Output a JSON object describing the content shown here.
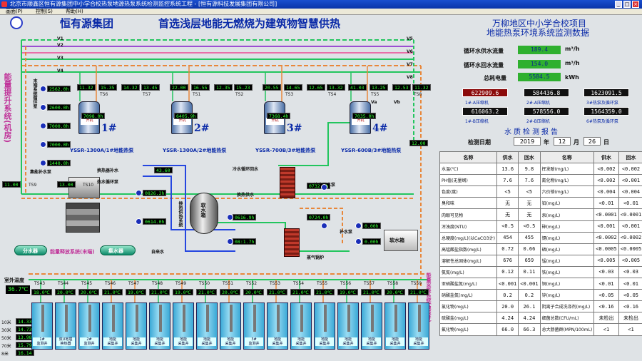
{
  "window": {
    "title": "北京市顺鑫区恒有源集团中小学合校热泵地源热泵系统检测监控系统工程 - [恒有源科技发展集团有限公司]",
    "menu": [
      "画面(P)",
      "控制(S)",
      "帮助(H)"
    ]
  },
  "header": {
    "company": "恒有源集团",
    "slogan": "首选浅层地能无燃烧为建筑物智慧供热",
    "project_line1": "万柳地区中小学合校项目",
    "project_line2": "地能热泵环境系统监测数据"
  },
  "metrics": {
    "supply_flow_label": "循环水供水流量",
    "supply_flow_value": "189.4",
    "return_flow_label": "循环水回水流量",
    "return_flow_value": "154.0",
    "power_label": "总耗电量",
    "power_value": "5584.5",
    "unit_m3h": "m³/h",
    "unit_kwh": "kWh"
  },
  "meters": [
    {
      "value": "622909.6",
      "label": "1#-A压缩机",
      "color": "#8b0a0a"
    },
    {
      "value": "584436.8",
      "label": "2#-A压缩机",
      "color": "#111"
    },
    {
      "value": "1623091.5",
      "label": "3#热泵及循环泵",
      "color": "#111"
    },
    {
      "value": "616063.2",
      "label": "1#-B压缩机",
      "color": "#111"
    },
    {
      "value": "578556.0",
      "label": "2#-B压缩机",
      "color": "#111"
    },
    {
      "value": "1564359.0",
      "label": "6#热泵及循环泵",
      "color": "#111"
    }
  ],
  "report": {
    "title": "水质检测报告",
    "date_label": "检测日期",
    "year": "2019",
    "year_unit": "年",
    "month": "12",
    "month_unit": "月",
    "day": "26",
    "day_unit": "日"
  },
  "water_quality": {
    "headers": [
      "名称",
      "供水",
      "回水",
      "名称",
      "供水",
      "回水"
    ],
    "rows": [
      [
        "水温(℃)",
        "13.6",
        "9.8",
        "挥发酚(mg/L)",
        "<0.002",
        "<0.002"
      ],
      [
        "PH值(无量纲)",
        "7.6",
        "7.6",
        "氰化物(mg/L)",
        "<0.002",
        "<0.001"
      ],
      [
        "色度(度)",
        "<5",
        "<5",
        "六价铬(mg/L)",
        "<0.004",
        "<0.004"
      ],
      [
        "臭和味",
        "无",
        "无",
        "铅(mg/L)",
        "<0.01",
        "<0.01"
      ],
      [
        "肉眼可见物",
        "无",
        "无",
        "汞(mg/L)",
        "<0.0001",
        "<0.0001"
      ],
      [
        "浑浊度(NTU)",
        "<0.5",
        "<0.5",
        "砷(mg/L)",
        "<0.001",
        "<0.001"
      ],
      [
        "总硬度(mg/L)(以CaCO3计)",
        "454",
        "455",
        "镉(mg/L)",
        "<0.0002",
        "<0.0002"
      ],
      [
        "高锰酸盐指数(mg/L)",
        "0.72",
        "0.66",
        "硒(mg/L)",
        "<0.0005",
        "<0.0005"
      ],
      [
        "溶解性总固体(mg/L)",
        "676",
        "659",
        "锰(mg/L)",
        "<0.005",
        "<0.005"
      ],
      [
        "氨氮(mg/L)",
        "0.12",
        "0.11",
        "铁(mg/L)",
        "<0.03",
        "<0.03"
      ],
      [
        "亚硝酸盐氮(mg/L)",
        "<0.001",
        "<0.001",
        "铜(mg/L)",
        "<0.01",
        "<0.01"
      ],
      [
        "硝酸盐氮(mg/L)",
        "0.2",
        "0.2",
        "锌(mg/L)",
        "<0.05",
        "<0.05"
      ],
      [
        "氯化物(mg/L)",
        "20.0",
        "26.1",
        "阴离子合成洗涤剂(mg/L)",
        "<0.16",
        "<0.16"
      ],
      [
        "硫酸盐(mg/L)",
        "4.24",
        "4.24",
        "细菌总数(CFU/mL)",
        "未检出",
        "未检出"
      ],
      [
        "氟化物(mg/L)",
        "66.0",
        "66.3",
        "总大肠菌群(MPN/100mL)",
        "<1",
        "<1"
      ]
    ]
  },
  "heat_pumps": [
    {
      "name": "YSSR-1300A/1#地能热泵",
      "num": "1#",
      "tag_a": "7098.0h",
      "tags": [
        "11.32",
        "15.35",
        "14.32",
        "13.45"
      ],
      "ts": [
        "TS6",
        "TS7"
      ]
    },
    {
      "name": "YSSR-1300A/2#地能热泵",
      "num": "2#",
      "tag_a": "6405.9h",
      "tags": [
        "22.00",
        "16.55",
        "12.35",
        "15.23"
      ],
      "ts": [
        "TS1",
        "TS2"
      ]
    },
    {
      "name": "YSSR-700B/3#地能热泵",
      "num": "3#",
      "tag_a": "7368.4h",
      "tags": [
        "20.55",
        "14.65",
        "12.65",
        "13.32"
      ],
      "ts": [
        "TS3",
        "TS4"
      ]
    },
    {
      "name": "YSSR-600B/3#地能热泵",
      "num": "4#",
      "tag_a": "7035.0h",
      "tags": [
        "41.03",
        "13.25",
        "12.53",
        "11.32"
      ],
      "ts": [
        "TS5",
        "TS8"
      ]
    }
  ],
  "left_pump_tags": [
    "2562.0h",
    "2600.0h",
    "7000.0h",
    "7000.0h",
    "1440.0h"
  ],
  "side_labels": {
    "lift": "能量提升系统(机房)",
    "terminal": "末端系统循环泵",
    "collect_left": "能量释放系统(末端)",
    "collect_right": "能量采集系统(地能井)",
    "recharge": "集能补水泵",
    "distributor": "分水器",
    "collector": "集水器",
    "heat_exchanger": "换热器补水",
    "heating_sys": "换热供热系统",
    "cold_water": "冷水回水泵",
    "hot_water": "热水循环泵",
    "softener": "软水箱",
    "tank": "软水箱",
    "cooling_water": "冷水循环回水",
    "supply_water": "换热供水",
    "return_water": "换热回水",
    "makeup": "补水泵",
    "boiler": "蒸气锅炉",
    "town_water": "自来水",
    "outdoor_temp": "室外温度"
  },
  "small_tags": {
    "ts9": "TS9",
    "ts10": "TS10",
    "t_a": "0826.2h",
    "t_b": "0614.0h",
    "t_c": "0732.3h",
    "t_d": "0724.0h",
    "t_e": "0616.9h",
    "t_f": "08:1.7h",
    "t_g": "0.00h",
    "t_h": "0.00h",
    "t1": "11.00",
    "t2": "13.00",
    "t3": "12.00",
    "t4": "43.60"
  },
  "outdoor_temp_value": "36.7℃",
  "depth_labels": [
    {
      "label": "10米",
      "value": "14.33"
    },
    {
      "label": "30米",
      "value": "14.73"
    },
    {
      "label": "50米",
      "value": "13.98"
    },
    {
      "label": "70米",
      "value": "15.79"
    },
    {
      "label": "8米",
      "value": "16.14"
    }
  ],
  "wells": [
    {
      "label": "1#\n监测井",
      "temp": "18.0℃",
      "ts": "TS43"
    },
    {
      "label": "双U地埋\n换热器",
      "temp": "20.0℃",
      "ts": "TS44"
    },
    {
      "label": "2#\n监测井",
      "temp": "20.0℃",
      "ts": "TS45"
    },
    {
      "label": "地能\n采集井",
      "temp": "21.0℃",
      "ts": "TS46"
    },
    {
      "label": "地能\n采集井",
      "temp": "19.0℃",
      "ts": "TS47"
    },
    {
      "label": "地能\n采集井",
      "temp": "21.0℃",
      "ts": "TS48"
    },
    {
      "label": "地能\n采集井",
      "temp": "19.0℃",
      "ts": "TS49"
    },
    {
      "label": "地能\n采集井",
      "temp": "21.0℃",
      "ts": "TS50"
    },
    {
      "label": "地能\n采集井",
      "temp": "20.0℃",
      "ts": "TS51"
    },
    {
      "label": "3#\n监测井",
      "temp": "20.0℃",
      "ts": "TS52"
    },
    {
      "label": "地能\n采集井",
      "temp": "21.0℃",
      "ts": "TS53"
    },
    {
      "label": "地能\n采集井",
      "temp": "21.0℃",
      "ts": "TS54"
    },
    {
      "label": "地能\n采集井",
      "temp": "21.0℃",
      "ts": "TS55"
    },
    {
      "label": "地能\n采集井",
      "temp": "19.0℃",
      "ts": "TS56"
    },
    {
      "label": "地能\n采集井",
      "temp": "21.0℃",
      "ts": "TS57"
    },
    {
      "label": "地能\n采集井",
      "temp": "20.0℃",
      "ts": "TS58"
    },
    {
      "label": "地能\n采集井",
      "temp": "21.0℃",
      "ts": "TS59"
    }
  ],
  "valves": [
    "V1",
    "V2",
    "V3",
    "V4",
    "V5",
    "V6",
    "V7",
    "V8",
    "Va",
    "Vb"
  ],
  "colors": {
    "accent": "#0a2aa8",
    "green_pipe": "#22c55e",
    "orange_pipe": "#e8873a",
    "purple_pipe": "#9b4fd1",
    "blue_pipe": "#2546e0",
    "meter_red": "#8b0a0a"
  }
}
